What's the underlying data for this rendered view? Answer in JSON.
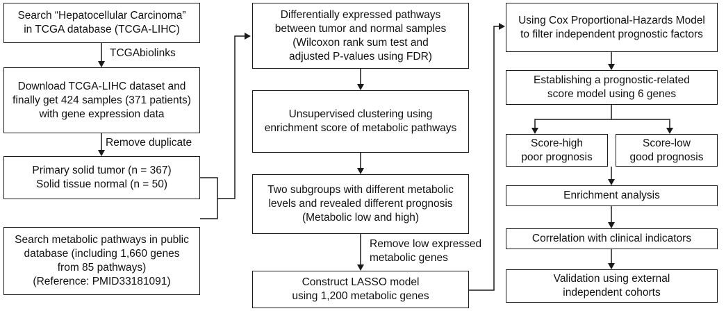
{
  "col1": {
    "box1": [
      "Search “Hepatocellular Carcinoma”",
      "in TCGA database (TCGA-LIHC)"
    ],
    "label1": "TCGAbiolinks",
    "box2": [
      "Download TCGA-LIHC dataset and",
      "finally get 424 samples (371 patients)",
      "with gene expression data"
    ],
    "label2": "Remove duplicate",
    "box3": [
      "Primary solid tumor (n = 367)",
      "Solid tissue normal (n = 50)"
    ],
    "box4": [
      "Search metabolic pathways in public",
      "database (including 1,660 genes",
      "from 85 pathways)",
      "(Reference: PMID33181091)"
    ]
  },
  "col2": {
    "box1": [
      "Differentially expressed pathways",
      "between tumor and normal samples",
      "(Wilcoxon rank sum test and",
      "adjusted P-values using FDR)"
    ],
    "box2": [
      "Unsupervised clustering using",
      "enrichment score of metabolic pathways"
    ],
    "box3": [
      "Two subgroups with different metabolic",
      "levels and revealed different prognosis",
      "(Metabolic low and high)"
    ],
    "label1": [
      "Remove low expressed",
      "metabolic genes"
    ],
    "box4": [
      "Construct LASSO model",
      "using 1,200 metabolic genes"
    ]
  },
  "col3": {
    "box1": [
      "Using Cox Proportional-Hazards Model",
      "to filter independent prognostic factors"
    ],
    "box2": [
      "Establishing a prognostic-related",
      "score model using 6 genes"
    ],
    "box_high": [
      "Score-high",
      "poor prognosis"
    ],
    "box_low": [
      "Score-low",
      "good prognosis"
    ],
    "box3": [
      "Enrichment analysis"
    ],
    "box4": [
      "Correlation with clinical indicators"
    ],
    "box5": [
      "Validation using external",
      "independent cohorts"
    ]
  }
}
